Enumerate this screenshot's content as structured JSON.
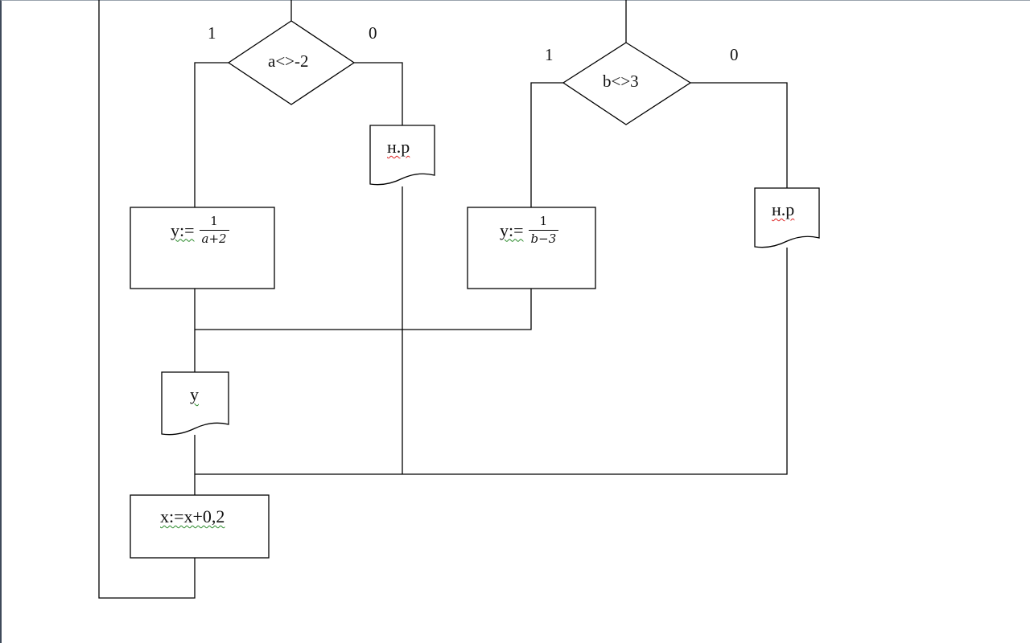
{
  "diagram": {
    "decisions": [
      {
        "condition": "a<>-2",
        "true_label": "1",
        "false_label": "0"
      },
      {
        "condition": "b<>3",
        "true_label": "1",
        "false_label": "0"
      }
    ],
    "process_a": {
      "prefix": "y:=",
      "numerator": "1",
      "denominator": "a+2"
    },
    "process_b": {
      "prefix": "y:=",
      "numerator": "1",
      "denominator": "b−3"
    },
    "output_na_1": "н.р",
    "output_na_2": "н.р",
    "output_y": "y",
    "increment": "x:=x+0,2"
  }
}
